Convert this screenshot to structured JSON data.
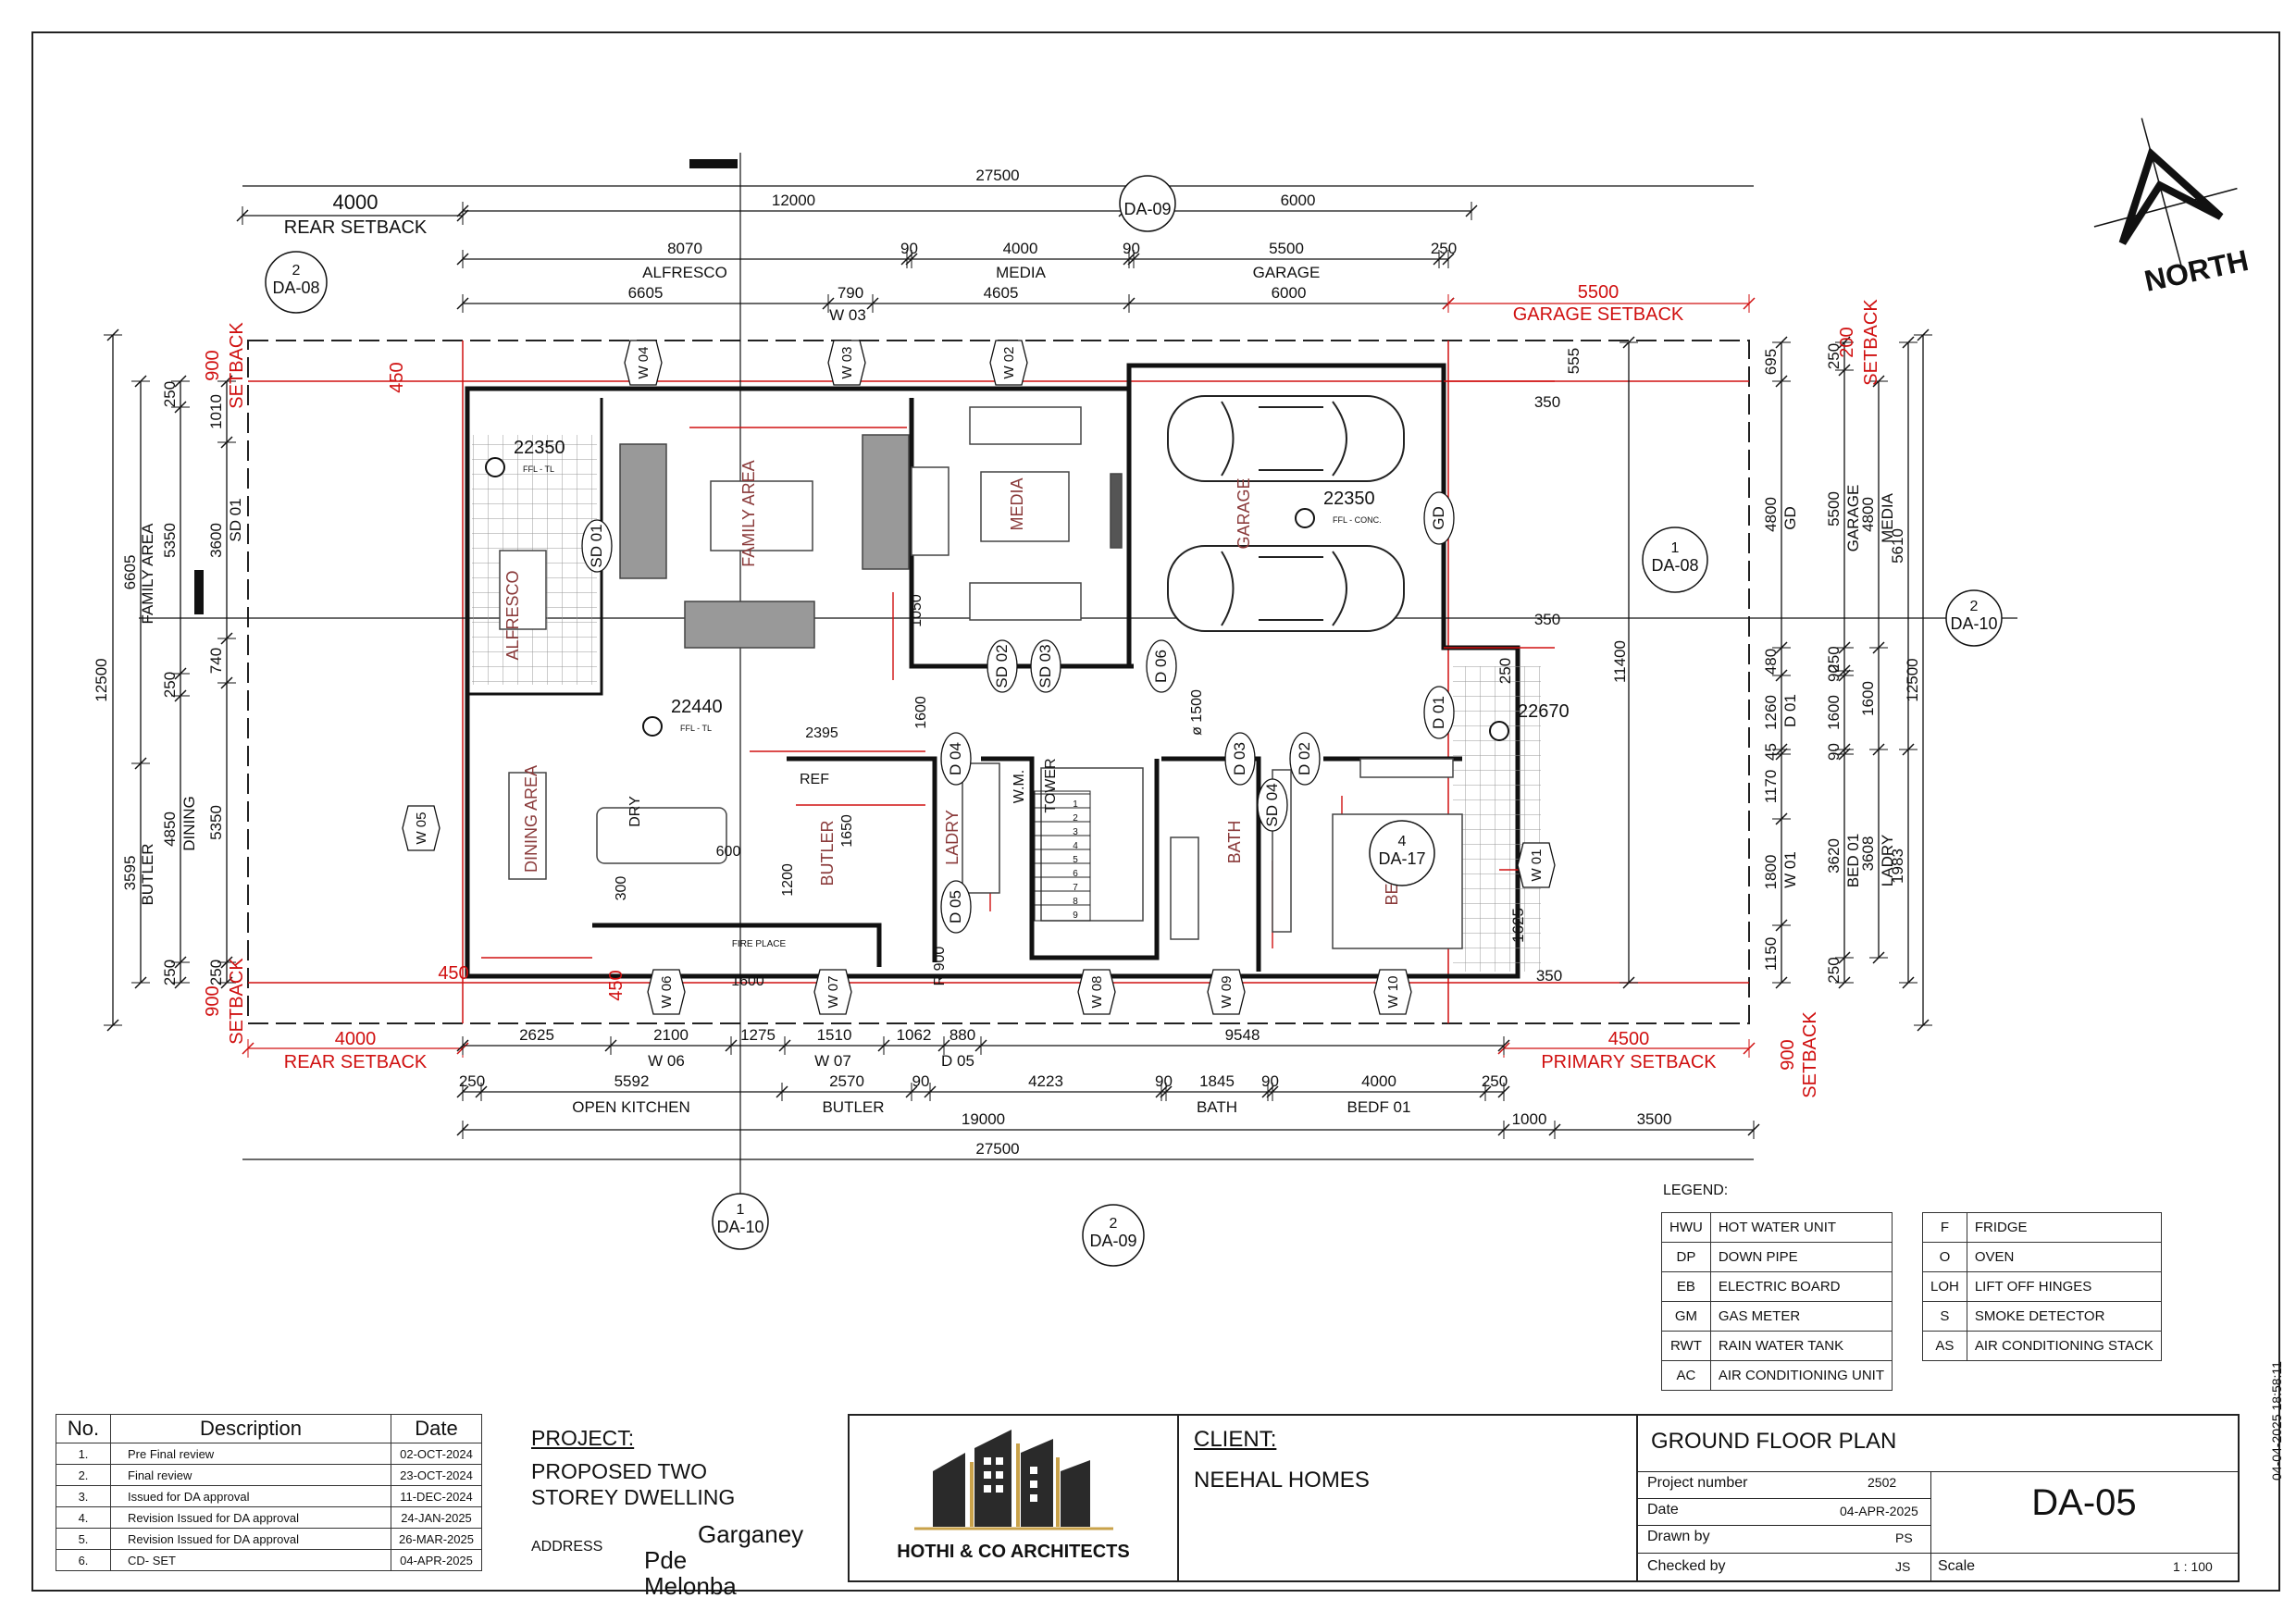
{
  "sheet_stamp": "04-04-2025 18:58:11",
  "north": {
    "label": "NORTH"
  },
  "dimensions_top": {
    "overall": "27500",
    "rear_setback": "4000",
    "rear_setback_label": "REAR SETBACK",
    "row1": [
      "12000",
      "6000"
    ],
    "row2": [
      "8070",
      "90",
      "4000",
      "90",
      "5500",
      "250"
    ],
    "row2_labels": [
      "ALFRESCO",
      "MEDIA",
      "GARAGE"
    ],
    "row3": [
      "6605",
      "790",
      "4605",
      "6000"
    ],
    "row3_label": "W 03",
    "garage_setback": "5500",
    "garage_setback_label": "GARAGE SETBACK"
  },
  "dimensions_bottom": {
    "rear_setback": "4000",
    "rear_setback_label": "REAR SETBACK",
    "primary_setback": "4500",
    "primary_setback_label": "PRIMARY SETBACK",
    "row1": [
      "2625",
      "2100",
      "1275",
      "1510",
      "1062",
      "880",
      "9548"
    ],
    "row1_labels": [
      "W 06",
      "W 07",
      "D 05"
    ],
    "row2": [
      "250",
      "5592",
      "2570",
      "90",
      "4223",
      "90",
      "1845",
      "90",
      "4000",
      "250"
    ],
    "row2_labels": [
      "OPEN KITCHEN",
      "BUTLER",
      "BATH",
      "BEDF 01"
    ],
    "row3": [
      "19000",
      "1000",
      "3500"
    ],
    "overall": "27500"
  },
  "dimensions_left": {
    "overall": "12500",
    "col1": [
      "6605",
      "3595"
    ],
    "col1_labels": [
      "FAMILY AREA",
      "BUTLER"
    ],
    "col2": [
      "250",
      "5350",
      "250",
      "4850",
      "250"
    ],
    "col2_labels": [
      "DINING"
    ],
    "col3": [
      "1010",
      "3600",
      "740",
      "5350",
      "250"
    ],
    "col3_label": "SD 01",
    "setbacks": [
      "900",
      "SETBACK",
      "900",
      "SETBACK"
    ],
    "offsets": [
      "450",
      "450",
      "450"
    ]
  },
  "dimensions_right": {
    "overall": "12500",
    "col1": [
      "695",
      "4800",
      "480",
      "1260",
      "45",
      "1170",
      "1800",
      "1150"
    ],
    "col1_labels": [
      "GD",
      "D 01",
      "W 01"
    ],
    "col2": [
      "250",
      "5500",
      "250",
      "90",
      "1600",
      "90",
      "3620",
      "250"
    ],
    "col2_labels": [
      "GARAGE",
      "BED 01"
    ],
    "col3": [
      "4800",
      "1600",
      "3608"
    ],
    "col3_labels": [
      "MEDIA",
      "LADRY"
    ],
    "col4": [
      "5610",
      "1983"
    ],
    "inner": "11400",
    "setbacks_top": [
      "200",
      "SETBACK"
    ],
    "setbacks_bottom": [
      "900",
      "SETBACK"
    ],
    "small": [
      "555",
      "350",
      "350",
      "250",
      "1625",
      "350"
    ]
  },
  "rooms": [
    "ALFRESCO",
    "FAMILY AREA",
    "MEDIA",
    "GARAGE",
    "DINING AREA",
    "BUTLER",
    "LADRY",
    "BATH",
    "BED"
  ],
  "levels": [
    {
      "value": "22350",
      "note": "FFL - TL"
    },
    {
      "value": "22350",
      "note": "FFL - CONC."
    },
    {
      "value": "22440",
      "note": "FFL - TL"
    },
    {
      "value": "22670",
      "note": ""
    }
  ],
  "tags": {
    "windows": [
      "W 04",
      "W 03",
      "W 02",
      "W 05",
      "W 06",
      "W 07",
      "W 08",
      "W 09",
      "W 10",
      "W 01"
    ],
    "doors": [
      "SD 02",
      "SD 03",
      "D 06",
      "D 04",
      "D 03",
      "D 02",
      "D 01",
      "SD 04",
      "D 05",
      "GD",
      "SD 01"
    ],
    "misc": [
      "REF",
      "DRY",
      "W.M.",
      "TOWER",
      "FIRE PLACE",
      "1050",
      "2395",
      "1650",
      "1200",
      "300",
      "600",
      "1600",
      "1600",
      "ø 1500",
      "R 900"
    ]
  },
  "sections": [
    {
      "number": "2",
      "sheet": "DA-08"
    },
    {
      "number": "1",
      "sheet": "DA-08"
    },
    {
      "number": "2",
      "sheet": "DA-10"
    },
    {
      "number": "1",
      "sheet": "DA-10"
    },
    {
      "number": "2",
      "sheet": "DA-09"
    },
    {
      "number": "",
      "sheet": "DA-09"
    },
    {
      "number": "4",
      "sheet": "DA-17"
    }
  ],
  "stairs": [
    "1",
    "2",
    "3",
    "4",
    "5",
    "6",
    "7",
    "8",
    "9"
  ],
  "legend": {
    "title": "LEGEND:",
    "left": [
      {
        "code": "HWU",
        "desc": "HOT WATER UNIT"
      },
      {
        "code": "DP",
        "desc": "DOWN PIPE"
      },
      {
        "code": "EB",
        "desc": "ELECTRIC BOARD"
      },
      {
        "code": "GM",
        "desc": "GAS METER"
      },
      {
        "code": "RWT",
        "desc": "RAIN WATER TANK"
      },
      {
        "code": "AC",
        "desc": "AIR CONDITIONING UNIT"
      }
    ],
    "right": [
      {
        "code": "F",
        "desc": "FRIDGE"
      },
      {
        "code": "O",
        "desc": "OVEN"
      },
      {
        "code": "LOH",
        "desc": "LIFT OFF HINGES"
      },
      {
        "code": "S",
        "desc": "SMOKE DETECTOR"
      },
      {
        "code": "AS",
        "desc": "AIR CONDITIONING STACK"
      }
    ]
  },
  "revisions": {
    "headers": [
      "No.",
      "Description",
      "Date"
    ],
    "rows": [
      [
        "1.",
        "Pre Final review",
        "02-OCT-2024"
      ],
      [
        "2.",
        "Final review",
        "23-OCT-2024"
      ],
      [
        "3.",
        "Issued for DA approval",
        "11-DEC-2024"
      ],
      [
        "4.",
        "Revision Issued for DA approval",
        "24-JAN-2025"
      ],
      [
        "5.",
        "Revision Issued for DA approval",
        "26-MAR-2025"
      ],
      [
        "6.",
        "CD- SET",
        "04-APR-2025"
      ]
    ]
  },
  "project": {
    "heading": "PROJECT:",
    "line1": "PROPOSED TWO",
    "line2": "STOREY DWELLING",
    "address_label": "ADDRESS",
    "address1": "Garganey",
    "address2": "Pde Melonba"
  },
  "firm": {
    "name": "HOTHI & CO ARCHITECTS"
  },
  "client": {
    "heading": "CLIENT:",
    "name": "NEEHAL HOMES"
  },
  "title_block": {
    "drawing_title": "GROUND FLOOR PLAN",
    "project_number_label": "Project number",
    "project_number": "2502",
    "date_label": "Date",
    "date": "04-APR-2025",
    "drawn_by_label": "Drawn by",
    "drawn_by": "PS",
    "checked_by_label": "Checked by",
    "checked_by": "JS",
    "scale_label": "Scale",
    "scale": "1 : 100",
    "sheet_number": "DA-05"
  },
  "colors": {
    "line": "#111111",
    "setback": "#d01010",
    "room_text": "#8a3a3a",
    "hatch": "#888888"
  }
}
